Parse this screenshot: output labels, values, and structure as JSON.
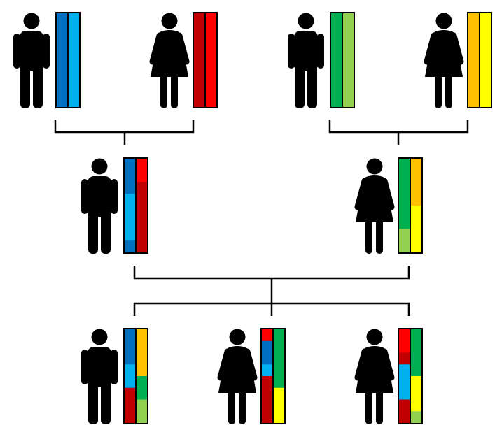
{
  "palette": {
    "dark_blue": "#0070C0",
    "light_blue": "#00B0F0",
    "red": "#FF0000",
    "dark_red": "#C00000",
    "green": "#00B050",
    "light_green": "#92D050",
    "orange": "#FFC000",
    "yellow": "#FFFF00",
    "figure": "#000000"
  },
  "generations": [
    {
      "name": "grandparents",
      "people": [
        {
          "sex": "male",
          "strands": [
            [
              [
                "dark_blue",
                8
              ]
            ],
            [
              [
                "light_blue",
                8
              ]
            ]
          ]
        },
        {
          "sex": "female",
          "strands": [
            [
              [
                "dark_red",
                8
              ]
            ],
            [
              [
                "red",
                8
              ]
            ]
          ]
        },
        {
          "sex": "male",
          "strands": [
            [
              [
                "green",
                8
              ]
            ],
            [
              [
                "light_green",
                8
              ]
            ]
          ]
        },
        {
          "sex": "female",
          "strands": [
            [
              [
                "orange",
                8
              ]
            ],
            [
              [
                "yellow",
                8
              ]
            ]
          ]
        }
      ]
    },
    {
      "name": "parents",
      "people": [
        {
          "sex": "male",
          "strands": [
            [
              [
                "dark_blue",
                3
              ],
              [
                "light_blue",
                4
              ],
              [
                "dark_blue",
                1
              ]
            ],
            [
              [
                "red",
                2
              ],
              [
                "dark_red",
                6
              ]
            ]
          ]
        },
        {
          "sex": "female",
          "strands": [
            [
              [
                "green",
                6
              ],
              [
                "light_green",
                2
              ]
            ],
            [
              [
                "orange",
                4
              ],
              [
                "yellow",
                4
              ]
            ]
          ]
        }
      ]
    },
    {
      "name": "children",
      "people": [
        {
          "sex": "male",
          "strands": [
            [
              [
                "dark_blue",
                3
              ],
              [
                "light_blue",
                2
              ],
              [
                "dark_red",
                3
              ]
            ],
            [
              [
                "orange",
                4
              ],
              [
                "green",
                2
              ],
              [
                "light_green",
                2
              ]
            ]
          ]
        },
        {
          "sex": "female",
          "strands": [
            [
              [
                "red",
                1
              ],
              [
                "dark_blue",
                2
              ],
              [
                "light_blue",
                1
              ],
              [
                "dark_red",
                4
              ]
            ],
            [
              [
                "green",
                5
              ],
              [
                "yellow",
                3
              ]
            ]
          ]
        },
        {
          "sex": "female",
          "strands": [
            [
              [
                "red",
                2
              ],
              [
                "dark_red",
                1
              ],
              [
                "light_blue",
                3
              ],
              [
                "dark_red",
                2
              ]
            ],
            [
              [
                "green",
                4
              ],
              [
                "yellow",
                3
              ],
              [
                "light_green",
                1
              ]
            ]
          ]
        }
      ]
    }
  ]
}
